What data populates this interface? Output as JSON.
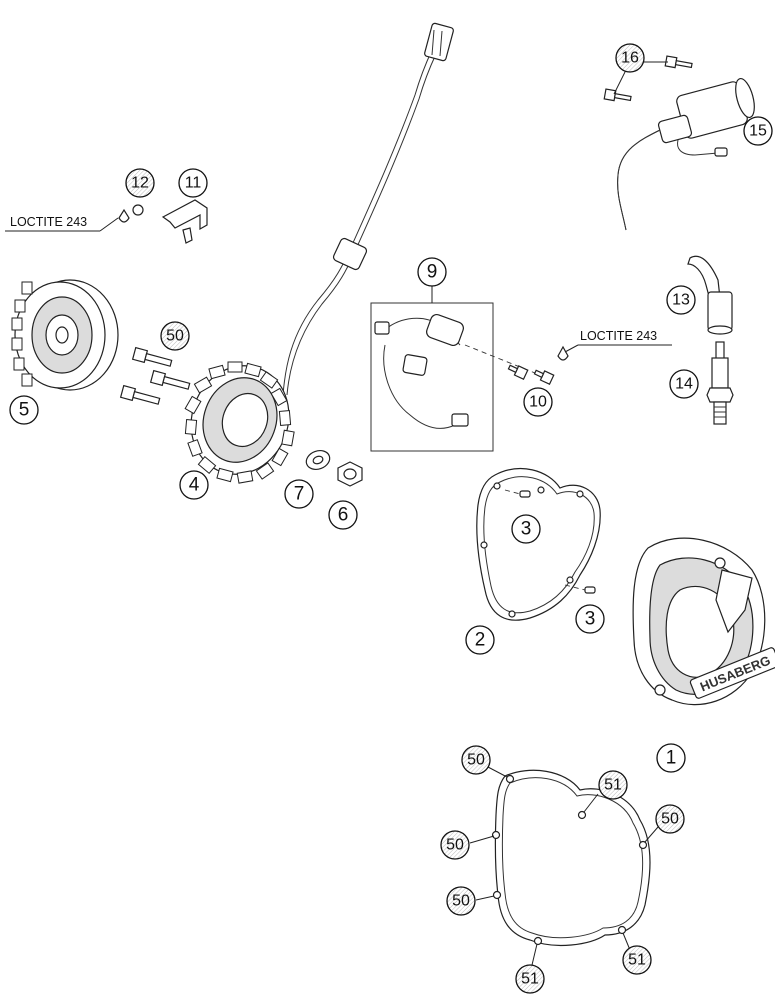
{
  "callouts": {
    "c1": "1",
    "c2": "2",
    "c3a": "3",
    "c3b": "3",
    "c4": "4",
    "c5": "5",
    "c6": "6",
    "c7": "7",
    "c9": "9",
    "c10": "10",
    "c11": "11",
    "c12": "12",
    "c13": "13",
    "c14": "14",
    "c15": "15",
    "c16": "16",
    "c50a": "50",
    "c50b": "50",
    "c50c": "50",
    "c50d": "50",
    "c50e": "50",
    "c51a": "51",
    "c51b": "51",
    "c51c": "51"
  },
  "notes": {
    "loctite_left": "LOCTITE 243",
    "loctite_right": "LOCTITE 243"
  },
  "cover_logo": "HUSABERG"
}
